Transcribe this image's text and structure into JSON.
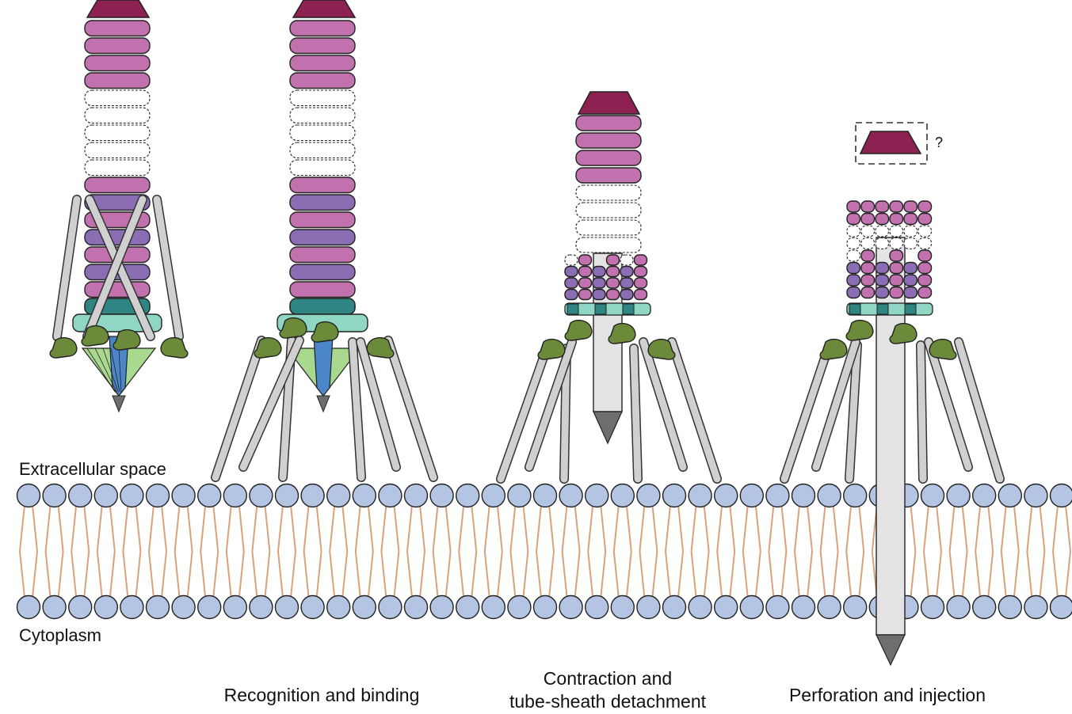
{
  "figure": {
    "region_labels": {
      "extracellular": "Extracellular space",
      "cytoplasm": "Cytoplasm"
    },
    "stage_labels": {
      "stage2": "Recognition and binding",
      "stage3_line1": "Contraction and",
      "stage3_line2": "tube-sheath detachment",
      "stage4": "Perforation and injection"
    },
    "uncertain_mark": "?",
    "colors": {
      "cap": "#8c2152",
      "sheath_pink": "#c171ad",
      "sheath_purple": "#8a6db3",
      "baseplate_teal": "#2e8581",
      "baseplate_mint": "#8fd6c4",
      "green_arm": "#6b8a3a",
      "tube_grey": "#e4e4e4",
      "fiber_grey": "#d0d0d0",
      "spike_dark": "#6e6e6e",
      "needle_blue": "#4a86c8",
      "needle_lightgreen": "#a9d98f",
      "lipid_head": "#b3c5e3",
      "lipid_tail": "#d9a27a"
    },
    "icons": [
      "cap-icon",
      "phage-tail-icon",
      "membrane-icon"
    ]
  }
}
